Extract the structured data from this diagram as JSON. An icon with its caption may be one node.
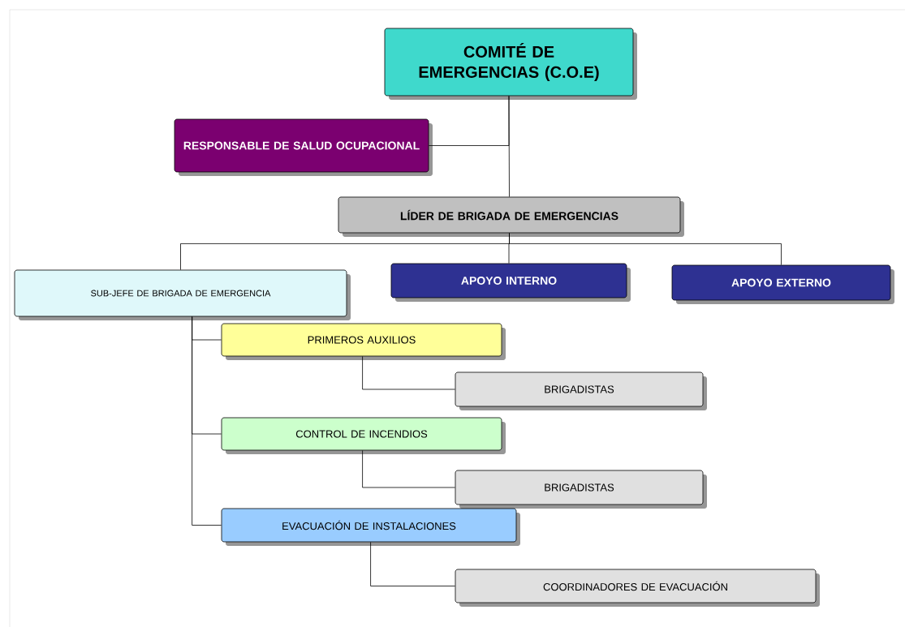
{
  "diagram": {
    "nodes": [
      {
        "text": [
          "COMITÉ DE EMERGENCIAS (C.O.E)"
        ]
      },
      {
        "text": [
          "RESPONSABLE DE SALUD OCUPACIONAL"
        ]
      },
      {
        "text": [
          "LÍDER DE BRIGADA DE EMERGENCIAS"
        ]
      },
      {
        "text": [
          "SUB-JEFE DE BRIGADA DE EMERGENCIA"
        ]
      },
      {
        "text": [
          "APOYO INTERNO"
        ]
      },
      {
        "text": [
          "APOYO EXTERNO"
        ]
      },
      {
        "text": [
          "PRIMEROS AUXILIOS"
        ]
      },
      {
        "text": [
          "BRIGADISTAS"
        ]
      },
      {
        "text": [
          "CONTROL DE INCENDIOS"
        ]
      },
      {
        "text": [
          "BRIGADISTAS"
        ]
      },
      {
        "text": [
          "EVACUACIÓN DE INSTALACIONES"
        ]
      },
      {
        "text": [
          "COORDINADORES DE EVACUACIÓN"
        ]
      }
    ],
    "edges": [
      {
        "from": 0,
        "to": 1,
        "arrow": "none"
      },
      {
        "from": 0,
        "to": 2,
        "arrow": "none"
      },
      {
        "from": 2,
        "to": 3,
        "arrow": "none"
      },
      {
        "from": 2,
        "to": 4,
        "arrow": "none"
      },
      {
        "from": 2,
        "to": 5,
        "arrow": "none"
      },
      {
        "from": 3,
        "to": 6,
        "arrow": "none"
      },
      {
        "from": 3,
        "to": 8,
        "arrow": "none"
      },
      {
        "from": 3,
        "to": 10,
        "arrow": "none"
      },
      {
        "from": 6,
        "to": 7,
        "arrow": "none"
      },
      {
        "from": 8,
        "to": 9,
        "arrow": "none"
      },
      {
        "from": 10,
        "to": 11,
        "arrow": "none"
      }
    ]
  }
}
